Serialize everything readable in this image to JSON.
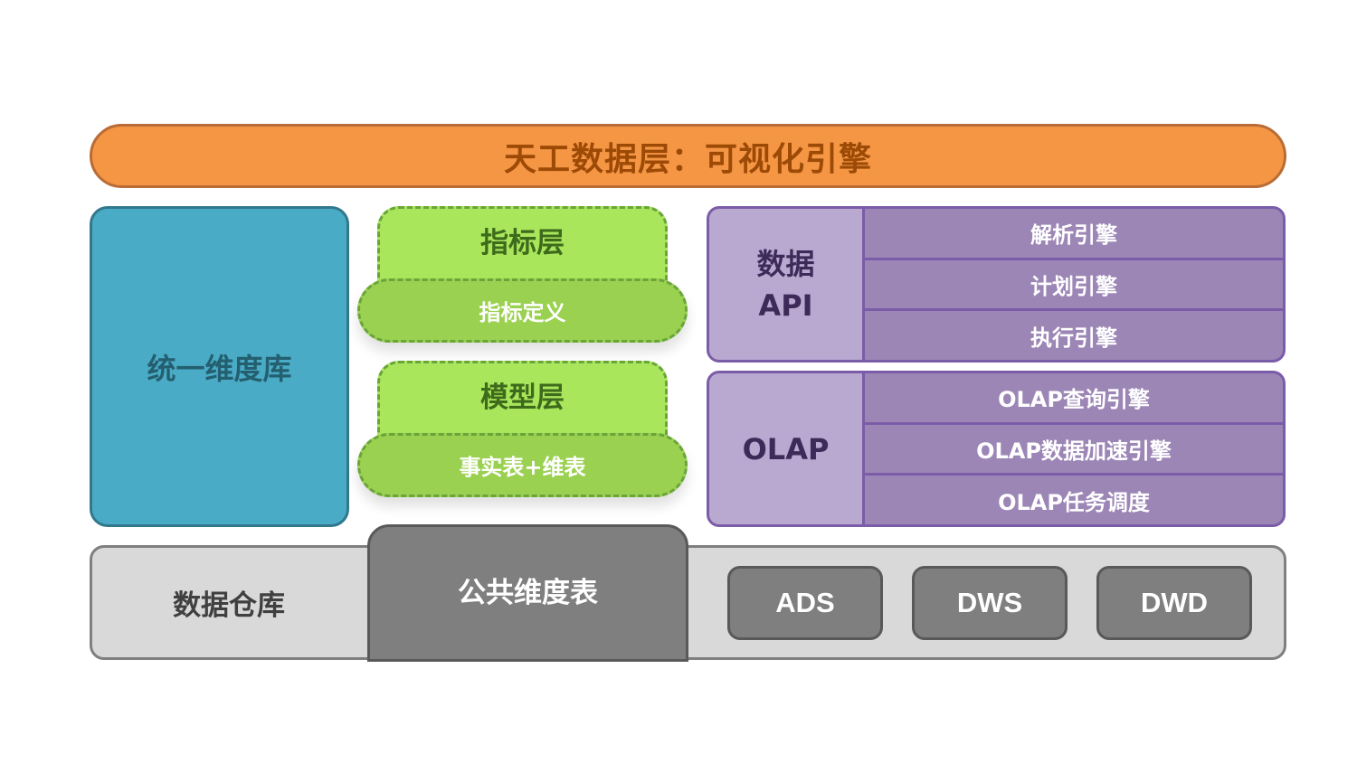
{
  "banner": {
    "title": "天工数据层：可视化引擎"
  },
  "left_block": {
    "label": "统一维度库"
  },
  "metric_layer": {
    "title": "指标层",
    "sub": "指标定义"
  },
  "model_layer": {
    "title": "模型层",
    "sub": "事实表+维表"
  },
  "api_panel": {
    "head_line1": "数据",
    "head_line2": "API",
    "rows": [
      "解析引擎",
      "计划引擎",
      "执行引擎"
    ]
  },
  "olap_panel": {
    "head": "OLAP",
    "rows": [
      "OLAP查询引擎",
      "OLAP数据加速引擎",
      "OLAP任务调度"
    ]
  },
  "warehouse": {
    "label": "数据仓库",
    "common_dim": "公共维度表",
    "layers": [
      "ADS",
      "DWS",
      "DWD"
    ]
  },
  "colors": {
    "banner": "#f59645",
    "dimension_lib": "#4aabc6",
    "green_layer": "#a9e65c",
    "purple_panel": "#9c86b6",
    "warehouse": "#d9d9d9",
    "dark_gray": "#7f7f7f"
  }
}
